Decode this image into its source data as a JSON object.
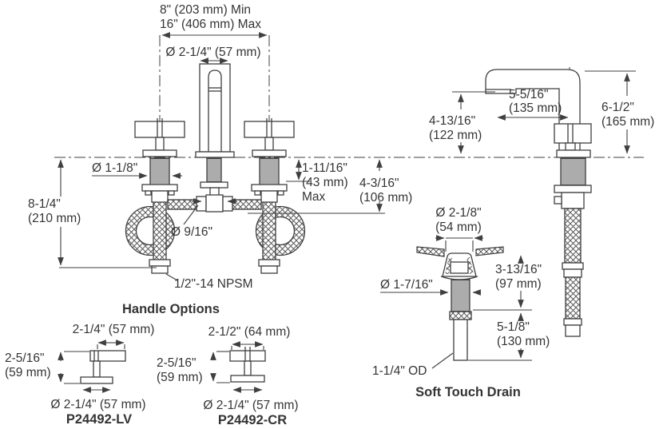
{
  "colors": {
    "line": "#3f3f3f",
    "text": "#343434",
    "background": "#ffffff"
  },
  "front_view": {
    "spread_min": "8\" (203 mm) Min",
    "spread_max": "16\" (406 mm) Max",
    "spout_diameter": "Ø 2-1/4\" (57 mm)",
    "shank_diameter": "Ø 1-1/8\"",
    "below_deck_height": [
      "8-1/4\"",
      "(210 mm)"
    ],
    "deck_thickness": [
      "1-11/16\"",
      "(43 mm)",
      "Max"
    ],
    "outlet_drop": [
      "4-3/16\"",
      "(106 mm)"
    ],
    "hose_nut": "Ø 9/16\"",
    "supply_thread": "1/2\"-14 NPSM"
  },
  "side_view": {
    "outlet_height": [
      "4-13/16\"",
      "(122 mm)"
    ],
    "reach": [
      "5-5/16\"",
      "(135 mm)"
    ],
    "overall_height": [
      "6-1/2\"",
      "(165 mm)"
    ]
  },
  "drain": {
    "flange_diameter": [
      "Ø 2-1/8\"",
      "(54 mm)"
    ],
    "neck_diameter": "Ø 1-7/16\"",
    "upper_height": [
      "3-13/16\"",
      "(97 mm)"
    ],
    "lower_height": [
      "5-1/8\"",
      "(130 mm)"
    ],
    "tailpiece_od": "1-1/4\" OD",
    "caption": "Soft Touch Drain"
  },
  "handles": {
    "title": "Handle Options",
    "lv": {
      "width": "2-1/4\" (57 mm)",
      "height": [
        "2-5/16\"",
        "(59 mm)"
      ],
      "base": "Ø 2-1/4\" (57 mm)",
      "model": "P24492-LV"
    },
    "cr": {
      "width": "2-1/2\" (64 mm)",
      "height": [
        "2-5/16\"",
        "(59 mm)"
      ],
      "base": "Ø 2-1/4\" (57 mm)",
      "model": "P24492-CR"
    }
  }
}
